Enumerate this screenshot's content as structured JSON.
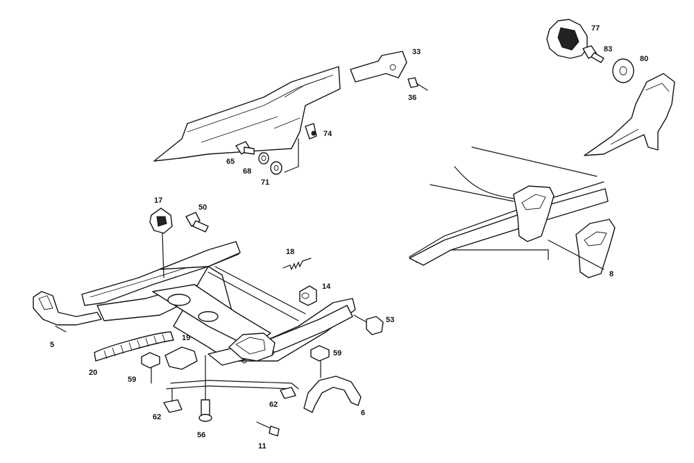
{
  "callouts": {
    "c77": "77",
    "c83": "83",
    "c80": "80",
    "c33": "33",
    "c36": "36",
    "c74": "74",
    "c65": "65",
    "c68": "68",
    "c71": "71",
    "c17": "17",
    "c50": "50",
    "c18": "18",
    "c14": "14",
    "c53": "53",
    "c5": "5",
    "c19": "19",
    "c20": "20",
    "c59a": "59",
    "c59b": "59",
    "c62a": "62",
    "c62b": "62",
    "c56": "56",
    "c11": "11",
    "c6": "6",
    "c8": "8"
  }
}
